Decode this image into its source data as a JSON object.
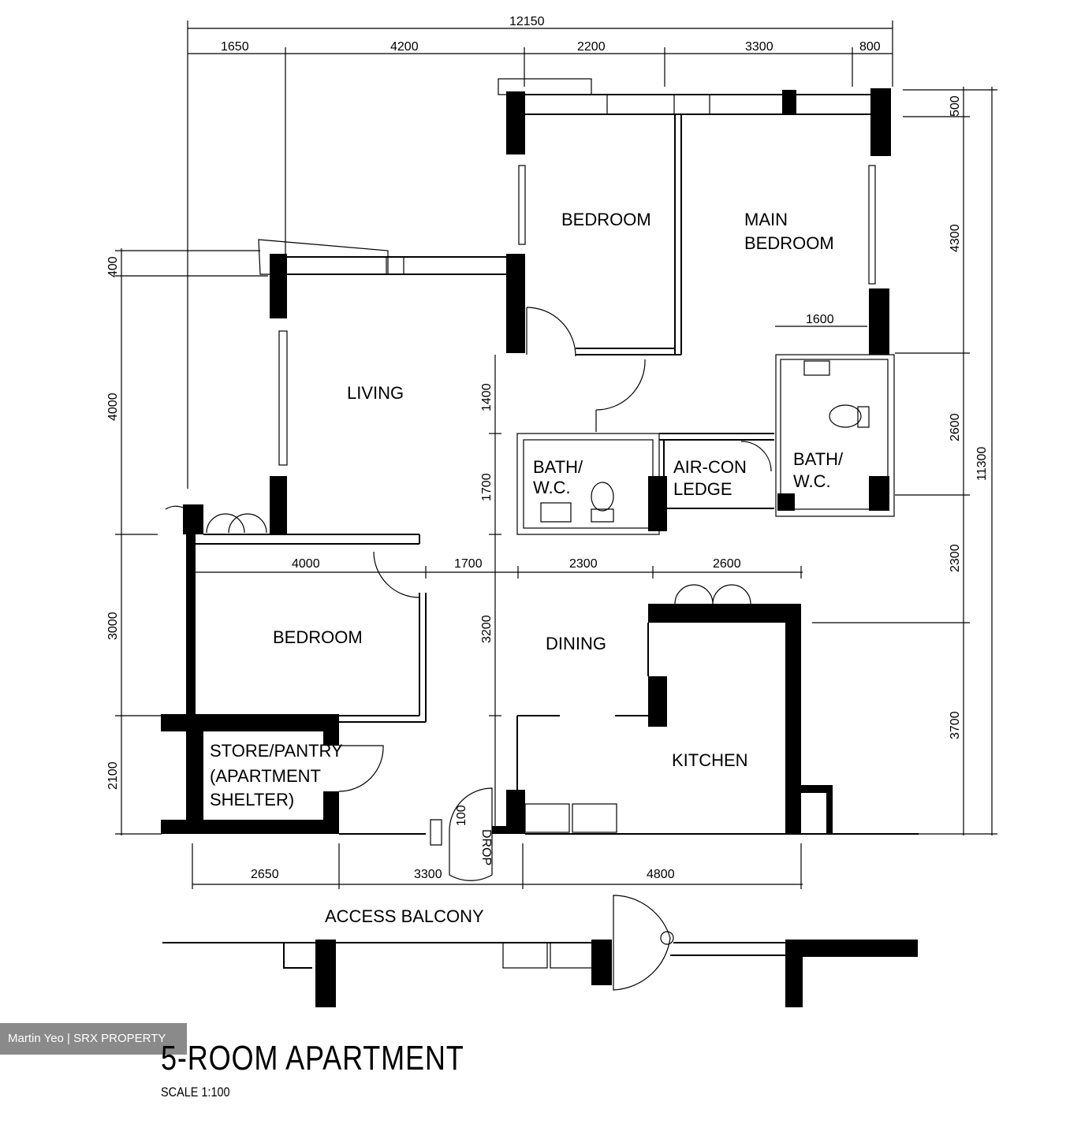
{
  "rooms": {
    "bedroom_top": "BEDROOM",
    "main_bedroom_1": "MAIN",
    "main_bedroom_2": "BEDROOM",
    "living": "LIVING",
    "bath1_1": "BATH/",
    "bath1_2": "W.C.",
    "aircon_1": "AIR-CON",
    "aircon_2": "LEDGE",
    "bath2_1": "BATH/",
    "bath2_2": "W.C.",
    "bedroom_left": "BEDROOM",
    "dining": "DINING",
    "kitchen": "KITCHEN",
    "store_1": "STORE/PANTRY",
    "store_2": "(APARTMENT",
    "store_3": "SHELTER)",
    "drop_1": "100",
    "drop_2": "DROP",
    "access_balcony": "ACCESS  BALCONY"
  },
  "dims": {
    "top_total": "12150",
    "top_1": "1650",
    "top_2": "4200",
    "top_3": "2200",
    "top_4": "3300",
    "top_5": "800",
    "right_1": "500",
    "right_2": "4300",
    "right_3": "2600",
    "right_4": "2300",
    "right_5": "3700",
    "right_total": "11300",
    "left_1": "400",
    "left_2": "4000",
    "left_3": "3000",
    "left_4": "2100",
    "mid_1": "4000",
    "mid_2": "1700",
    "mid_3": "2300",
    "mid_4": "2600",
    "inner_1600": "1600",
    "inner_1400": "1400",
    "inner_1700": "1700",
    "inner_3200": "3200",
    "bottom_1": "2650",
    "bottom_2": "3300",
    "bottom_3": "4800"
  },
  "footer": {
    "watermark": "Martin Yeo | SRX PROPERTY",
    "title": "5-ROOM APARTMENT",
    "scale": "SCALE   1:100"
  }
}
